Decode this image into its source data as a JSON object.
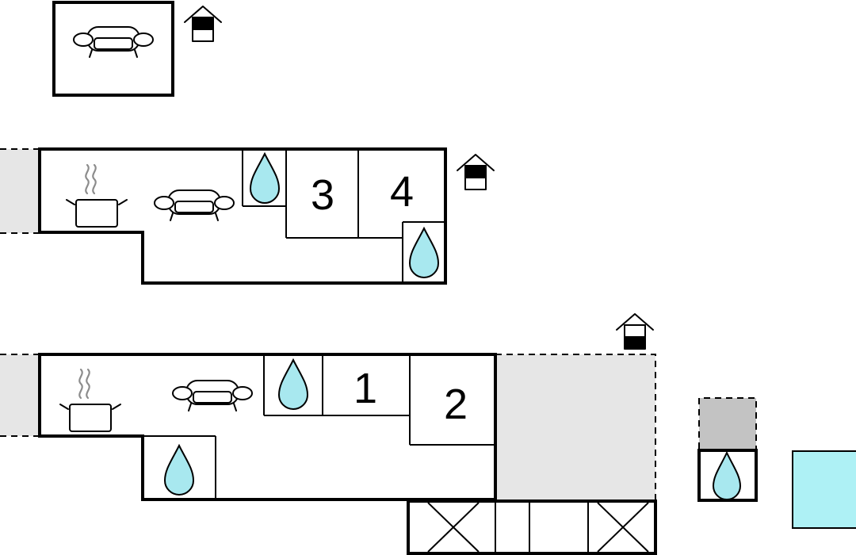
{
  "colors": {
    "wall": "#000000",
    "terrace": "#e6e6e6",
    "terrace_dark": "#c3c3c3",
    "water": "#a8e8ef",
    "pool": "#aef1f5",
    "steam": "#8c8c8c"
  },
  "icons": [
    "sofa-icon",
    "floor-level-icon",
    "cooking-pot-icon",
    "water-drop-icon",
    "bedroom-number"
  ],
  "rooms": {
    "floor2_bedroom_a": "3",
    "floor2_bedroom_b": "4",
    "floor1_bedroom_a": "1",
    "floor1_bedroom_b": "2"
  }
}
